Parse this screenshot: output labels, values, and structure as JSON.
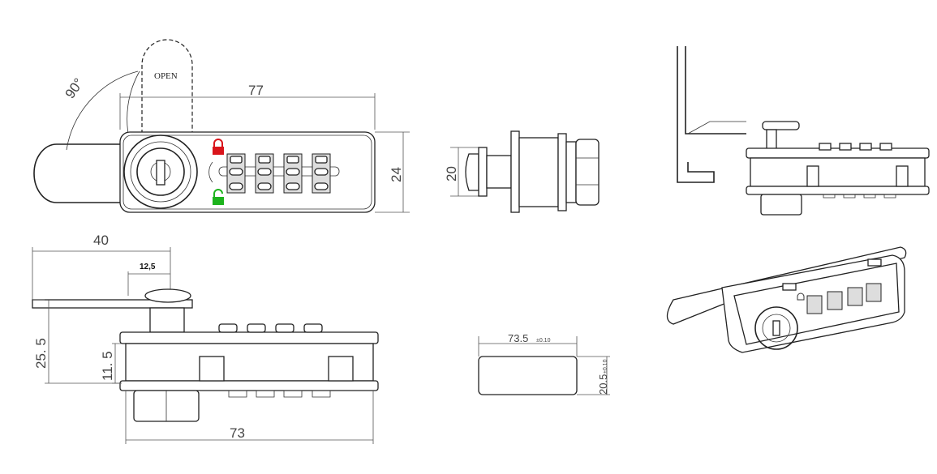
{
  "title": "Combination cam lock technical drawing",
  "front_view": {
    "open_label": "OPEN",
    "angle_label": "90°",
    "width_dim": "77",
    "height_dim": "24"
  },
  "side_view": {
    "height_dim": "20"
  },
  "bottom_view": {
    "plate_dim": "40",
    "offset_dim": "12,5",
    "height_dim": "25. 5",
    "body_height_dim": "11. 5",
    "body_width_dim": "73"
  },
  "cutout": {
    "width_dim": "73.5",
    "width_tol": "±0.10",
    "height_dim": "20.5",
    "height_tol": "±0.10"
  },
  "colors": {
    "locked": "#d9141b",
    "unlocked": "#1db31d"
  }
}
